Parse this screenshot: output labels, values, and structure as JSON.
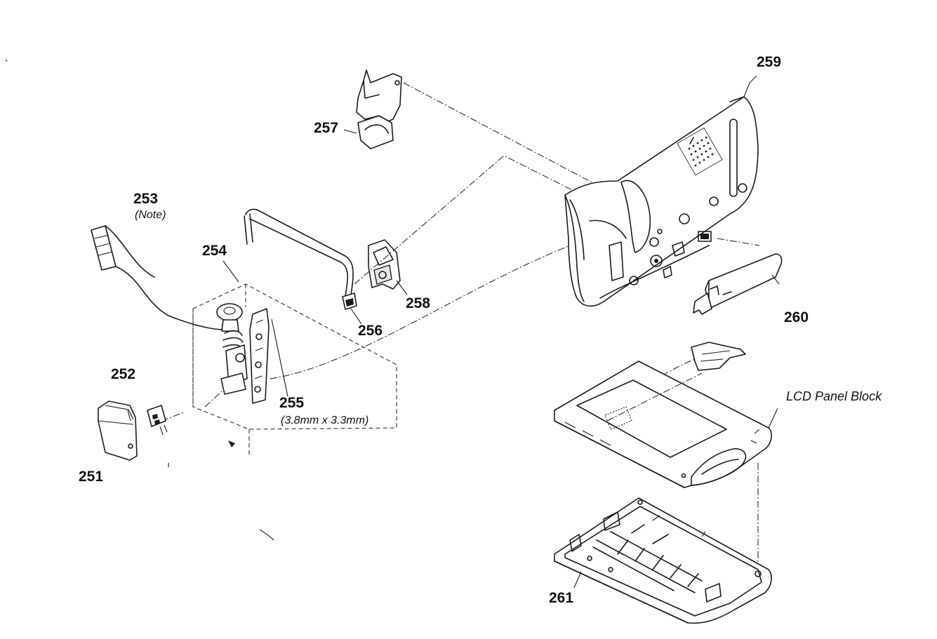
{
  "diagram": {
    "parts": {
      "p251": "251",
      "p252": "252",
      "p253": "253",
      "p254": "254",
      "p255": "255",
      "p256": "256",
      "p257": "257",
      "p258": "258",
      "p259": "259",
      "p260": "260",
      "p261": "261"
    },
    "notes": {
      "note_253": "(Note)",
      "size_255": "(3.8mm x 3.3mm)"
    },
    "block_label": "LCD Panel Block"
  }
}
